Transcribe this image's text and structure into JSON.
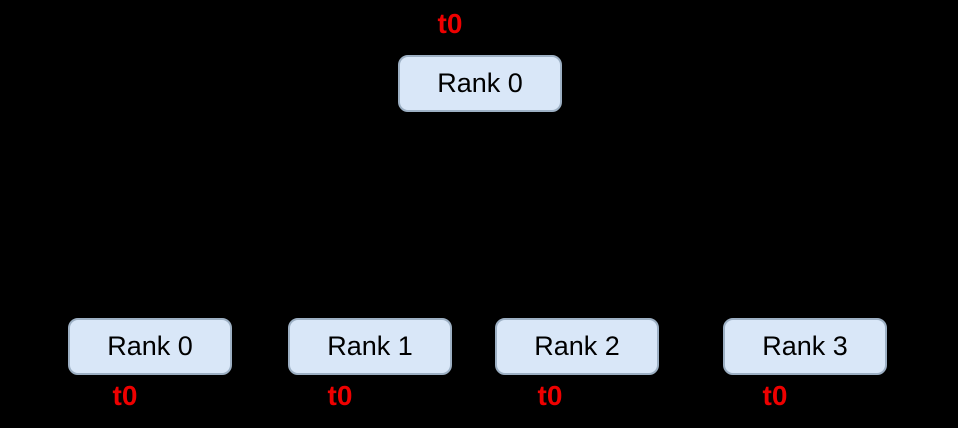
{
  "diagram": {
    "type": "tree-broadcast",
    "colors": {
      "background": "#000000",
      "node_fill": "#d9e7f8",
      "node_border": "#9db0c4",
      "node_text": "#000000",
      "time_text": "#ee0000",
      "edge": "#000000"
    },
    "root": {
      "label": "Rank 0",
      "time": "t0"
    },
    "children": [
      {
        "label": "Rank 0",
        "time": "t0"
      },
      {
        "label": "Rank 1",
        "time": "t0"
      },
      {
        "label": "Rank 2",
        "time": "t0"
      },
      {
        "label": "Rank 3",
        "time": "t0"
      }
    ]
  }
}
